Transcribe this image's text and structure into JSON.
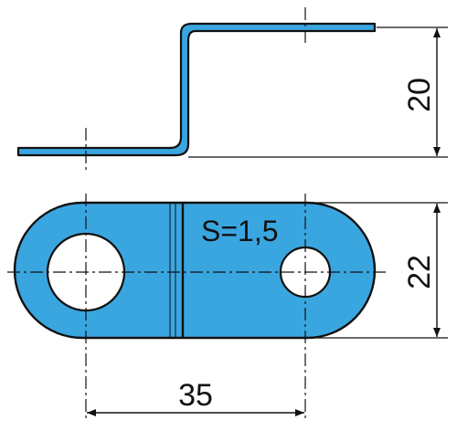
{
  "drawing": {
    "dim_height": "20",
    "dim_width": "22",
    "dim_hole_spacing": "35",
    "thickness_label": "S=1,5"
  },
  "colors": {
    "part_fill": "#3aa6e0",
    "outline": "#111111",
    "background": "#ffffff"
  }
}
